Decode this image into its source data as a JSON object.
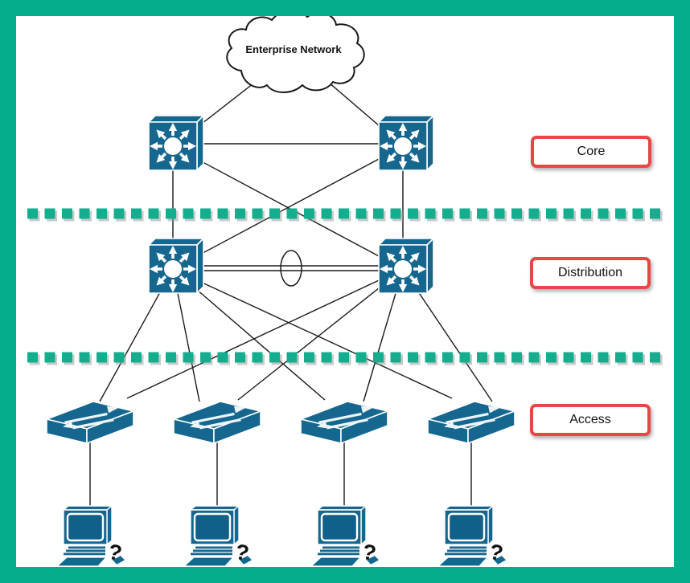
{
  "diagram": {
    "type": "network-topology",
    "cloud_label": "Enterprise Network",
    "pc_glyph": "?",
    "layers": [
      {
        "id": "core",
        "label": "Core"
      },
      {
        "id": "distribution",
        "label": "Distribution"
      },
      {
        "id": "access",
        "label": "Access"
      }
    ],
    "devices": {
      "core_switches": [
        {
          "id": "core-switch-1",
          "icon": "multilayer-switch-icon"
        },
        {
          "id": "core-switch-2",
          "icon": "multilayer-switch-icon"
        }
      ],
      "distribution_switches": [
        {
          "id": "distribution-switch-1",
          "icon": "multilayer-switch-icon"
        },
        {
          "id": "distribution-switch-2",
          "icon": "multilayer-switch-icon"
        }
      ],
      "access_switches": [
        {
          "id": "access-switch-1",
          "icon": "workgroup-switch-icon"
        },
        {
          "id": "access-switch-2",
          "icon": "workgroup-switch-icon"
        },
        {
          "id": "access-switch-3",
          "icon": "workgroup-switch-icon"
        },
        {
          "id": "access-switch-4",
          "icon": "workgroup-switch-icon"
        }
      ],
      "workstations": [
        {
          "id": "workstation-1",
          "icon": "pc-icon"
        },
        {
          "id": "workstation-2",
          "icon": "pc-icon"
        },
        {
          "id": "workstation-3",
          "icon": "pc-icon"
        },
        {
          "id": "workstation-4",
          "icon": "pc-icon"
        }
      ],
      "link_aggregation": {
        "id": "etherchannel-1",
        "icon": "channel-ellipse-icon"
      },
      "cloud": {
        "id": "enterprise-cloud",
        "icon": "cloud-icon"
      }
    },
    "colors": {
      "frame_green": "#06ac8e",
      "separator_green": "#14ae8e",
      "device_blue": "#15678f",
      "screen_blue": "#11608a",
      "label_border_red": "#e94747",
      "line_black": "#1a1a1a"
    }
  }
}
